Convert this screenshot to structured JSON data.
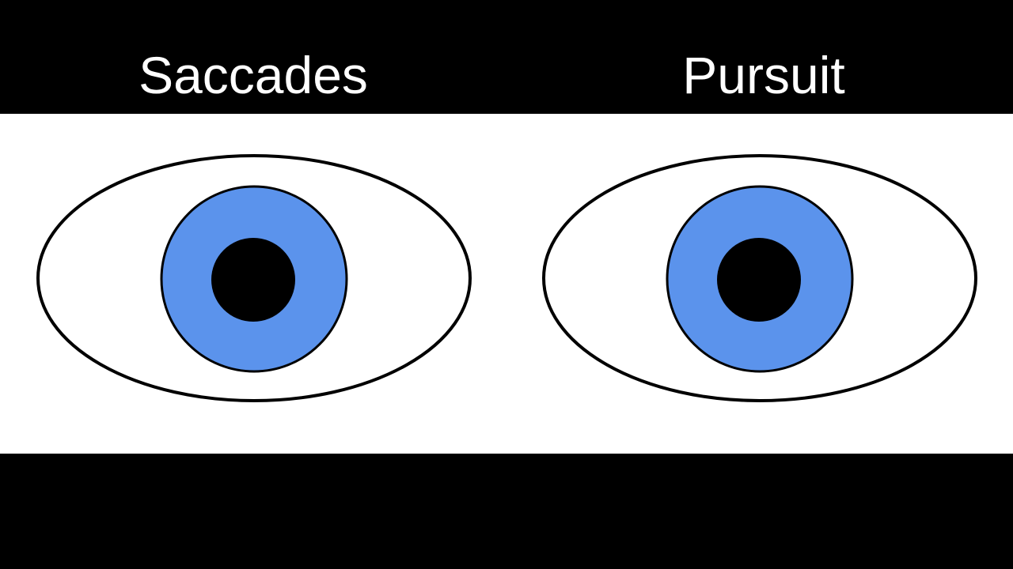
{
  "labels": {
    "left": "Saccades",
    "right": "Pursuit"
  },
  "eyes": [
    {
      "id": "left-eye",
      "icon": "eye-icon"
    },
    {
      "id": "right-eye",
      "icon": "eye-icon"
    }
  ],
  "colors": {
    "background": "#000000",
    "panel": "#ffffff",
    "sclera": "#ffffff",
    "outline": "#000000",
    "iris": "#5b93ec",
    "pupil": "#000000",
    "label_text": "#ffffff"
  }
}
